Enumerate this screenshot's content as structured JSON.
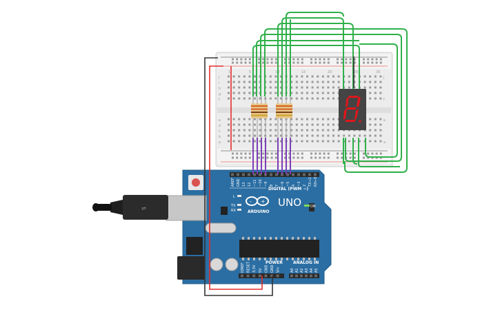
{
  "breadboard": {
    "row_letters_top": [
      "j",
      "i",
      "h",
      "g",
      "f"
    ],
    "row_letters_bottom": [
      "e",
      "d",
      "c",
      "b",
      "a"
    ],
    "col_numbers_top": [
      "1",
      "5",
      "10",
      "15",
      "20",
      "25",
      "30"
    ]
  },
  "arduino": {
    "brand_text": "ARDUINO",
    "model_text": "UNO",
    "on_label": "ON",
    "digital_label": "DIGITAL (PWM ~)",
    "power_label": "POWER",
    "analog_label": "ANALOG IN",
    "led_l": "L",
    "led_tx": "TX",
    "led_rx": "RX",
    "digital_pins": [
      "AREF",
      "GND",
      "13",
      "12",
      "~11",
      "~10",
      "~9",
      "8",
      "7",
      "~6",
      "~5",
      "4",
      "~3",
      "2",
      "TX→1",
      "RX←0"
    ],
    "power_pins": [
      "IOREF",
      "RESET",
      "3.3V",
      "5V",
      "GND",
      "GND",
      "Vin"
    ],
    "analog_pins": [
      "A0",
      "A1",
      "A2",
      "A3",
      "A4",
      "A5"
    ]
  },
  "display": {
    "digit": "8",
    "segment_color": "#e0161b"
  },
  "colors": {
    "breadboard": "#ececec",
    "board": "#2b6ea3",
    "wire_green": "#2fb04a",
    "wire_purple": "#7b3fb6",
    "wire_red": "#e52b2b",
    "wire_black": "#333333"
  }
}
